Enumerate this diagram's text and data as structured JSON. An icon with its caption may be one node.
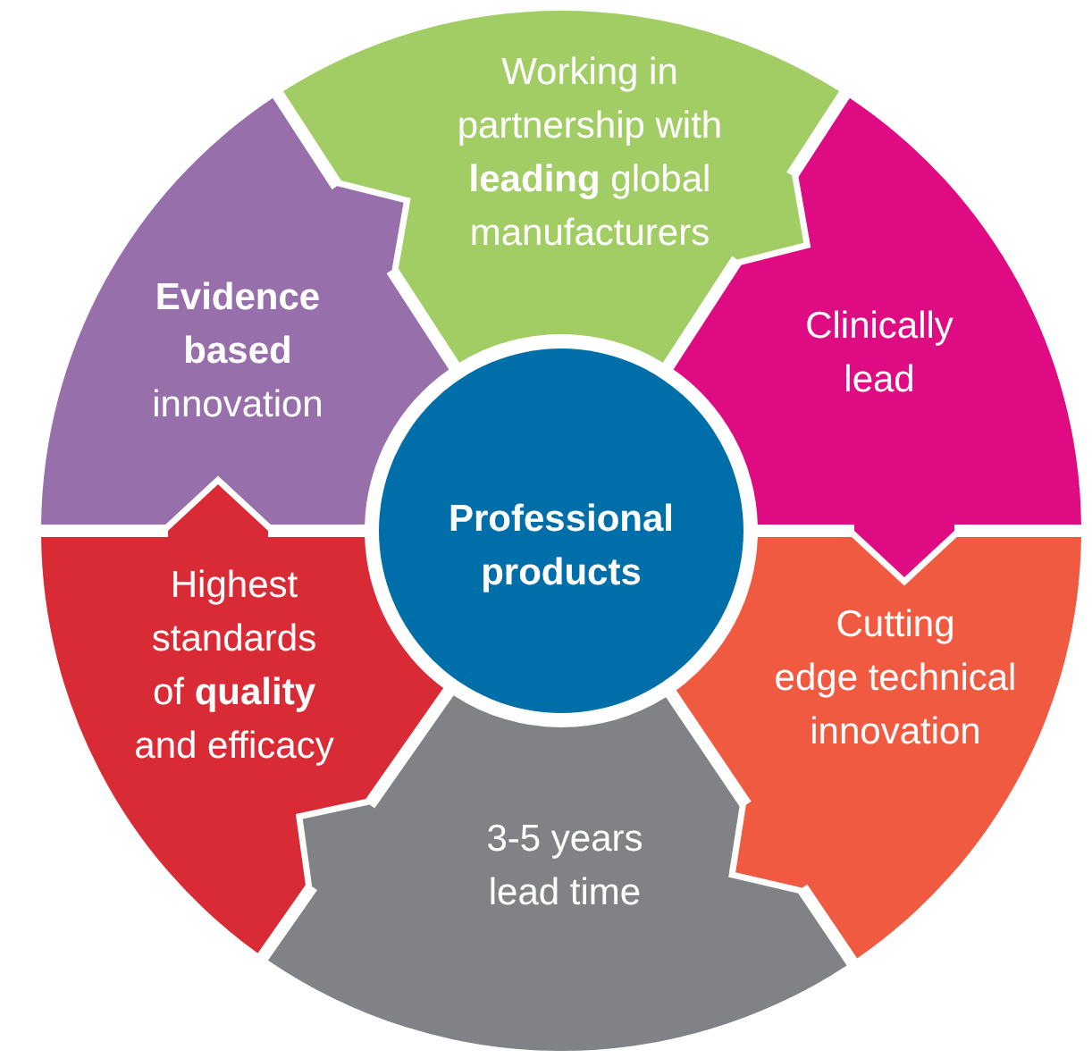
{
  "diagram": {
    "nodes": [
      {
        "text": [
          "Professional products"
        ]
      },
      {
        "text": [
          "Working in partnership with **leading** global manufacturers"
        ]
      },
      {
        "text": [
          "Clinically lead"
        ]
      },
      {
        "text": [
          "Cutting edge technical innovation"
        ]
      },
      {
        "text": [
          "3-5 years lead time"
        ]
      },
      {
        "text": [
          "Highest standards of **quality** and efficacy"
        ]
      },
      {
        "text": [
          "**Evidence based** innovation"
        ]
      }
    ],
    "edges": [
      {
        "from": 1,
        "to": 2,
        "arrow": "to",
        "color": "#a1cd64"
      },
      {
        "from": 2,
        "to": 3,
        "arrow": "to",
        "color": "#df0b82"
      },
      {
        "from": 3,
        "to": 4,
        "arrow": "to",
        "color": "#f05a41"
      },
      {
        "from": 4,
        "to": 5,
        "arrow": "to",
        "color": "#818285"
      },
      {
        "from": 5,
        "to": 6,
        "arrow": "to",
        "color": "#d92b36"
      },
      {
        "from": 6,
        "to": 1,
        "arrow": "to",
        "color": "#966fab"
      }
    ]
  }
}
